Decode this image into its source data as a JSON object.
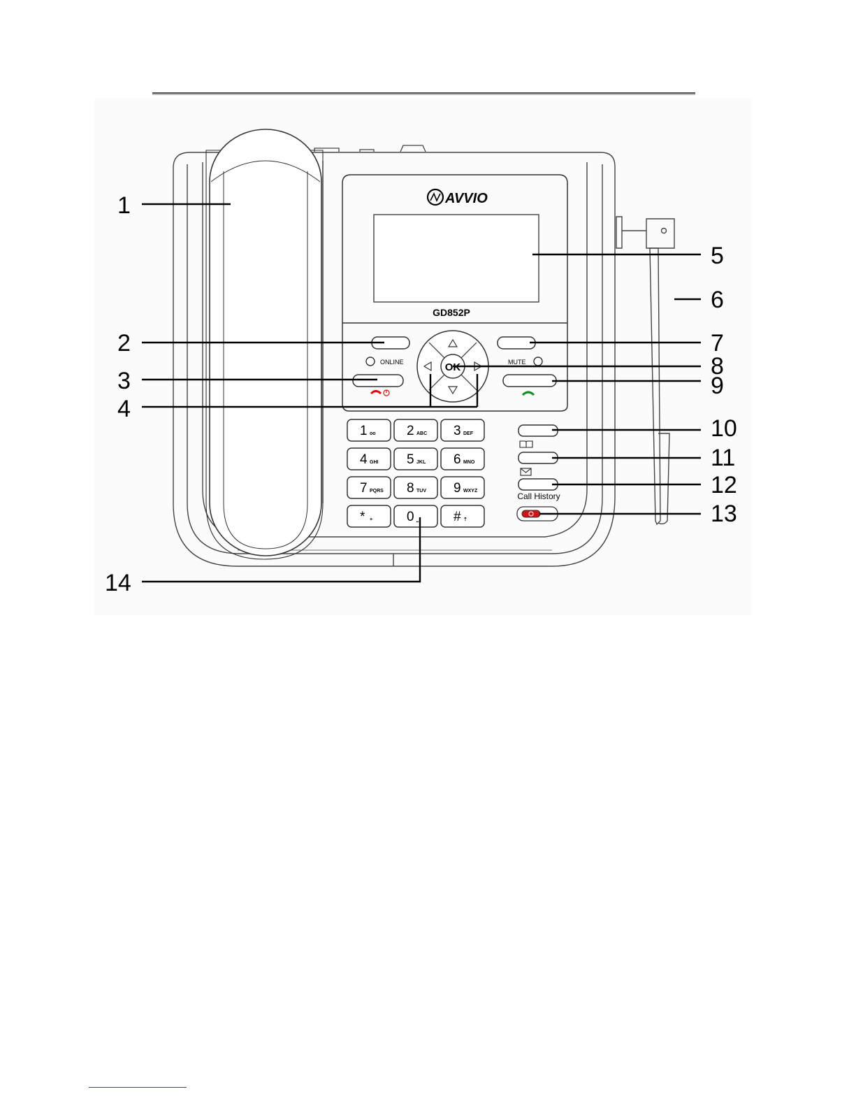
{
  "device": {
    "brand": "AVVIO",
    "model": "GD852P",
    "online_label": "ONLINE",
    "mute_label": "MUTE",
    "ok_label": "OK",
    "call_history_label": "Call History"
  },
  "keypad": [
    {
      "num": "1",
      "sub": "oo"
    },
    {
      "num": "2",
      "sub": "ABC"
    },
    {
      "num": "3",
      "sub": "DEF"
    },
    {
      "num": "4",
      "sub": "GHI"
    },
    {
      "num": "5",
      "sub": "JKL"
    },
    {
      "num": "6",
      "sub": "MNO"
    },
    {
      "num": "7",
      "sub": "PQRS"
    },
    {
      "num": "8",
      "sub": "TUV"
    },
    {
      "num": "9",
      "sub": "WXYZ"
    },
    {
      "num": "*",
      "sub": "+"
    },
    {
      "num": "0",
      "sub": "⎵"
    },
    {
      "num": "#",
      "sub": "⇡"
    }
  ],
  "callouts": [
    "1",
    "2",
    "3",
    "4",
    "5",
    "6",
    "7",
    "8",
    "9",
    "10",
    "11",
    "12",
    "13",
    "14"
  ]
}
